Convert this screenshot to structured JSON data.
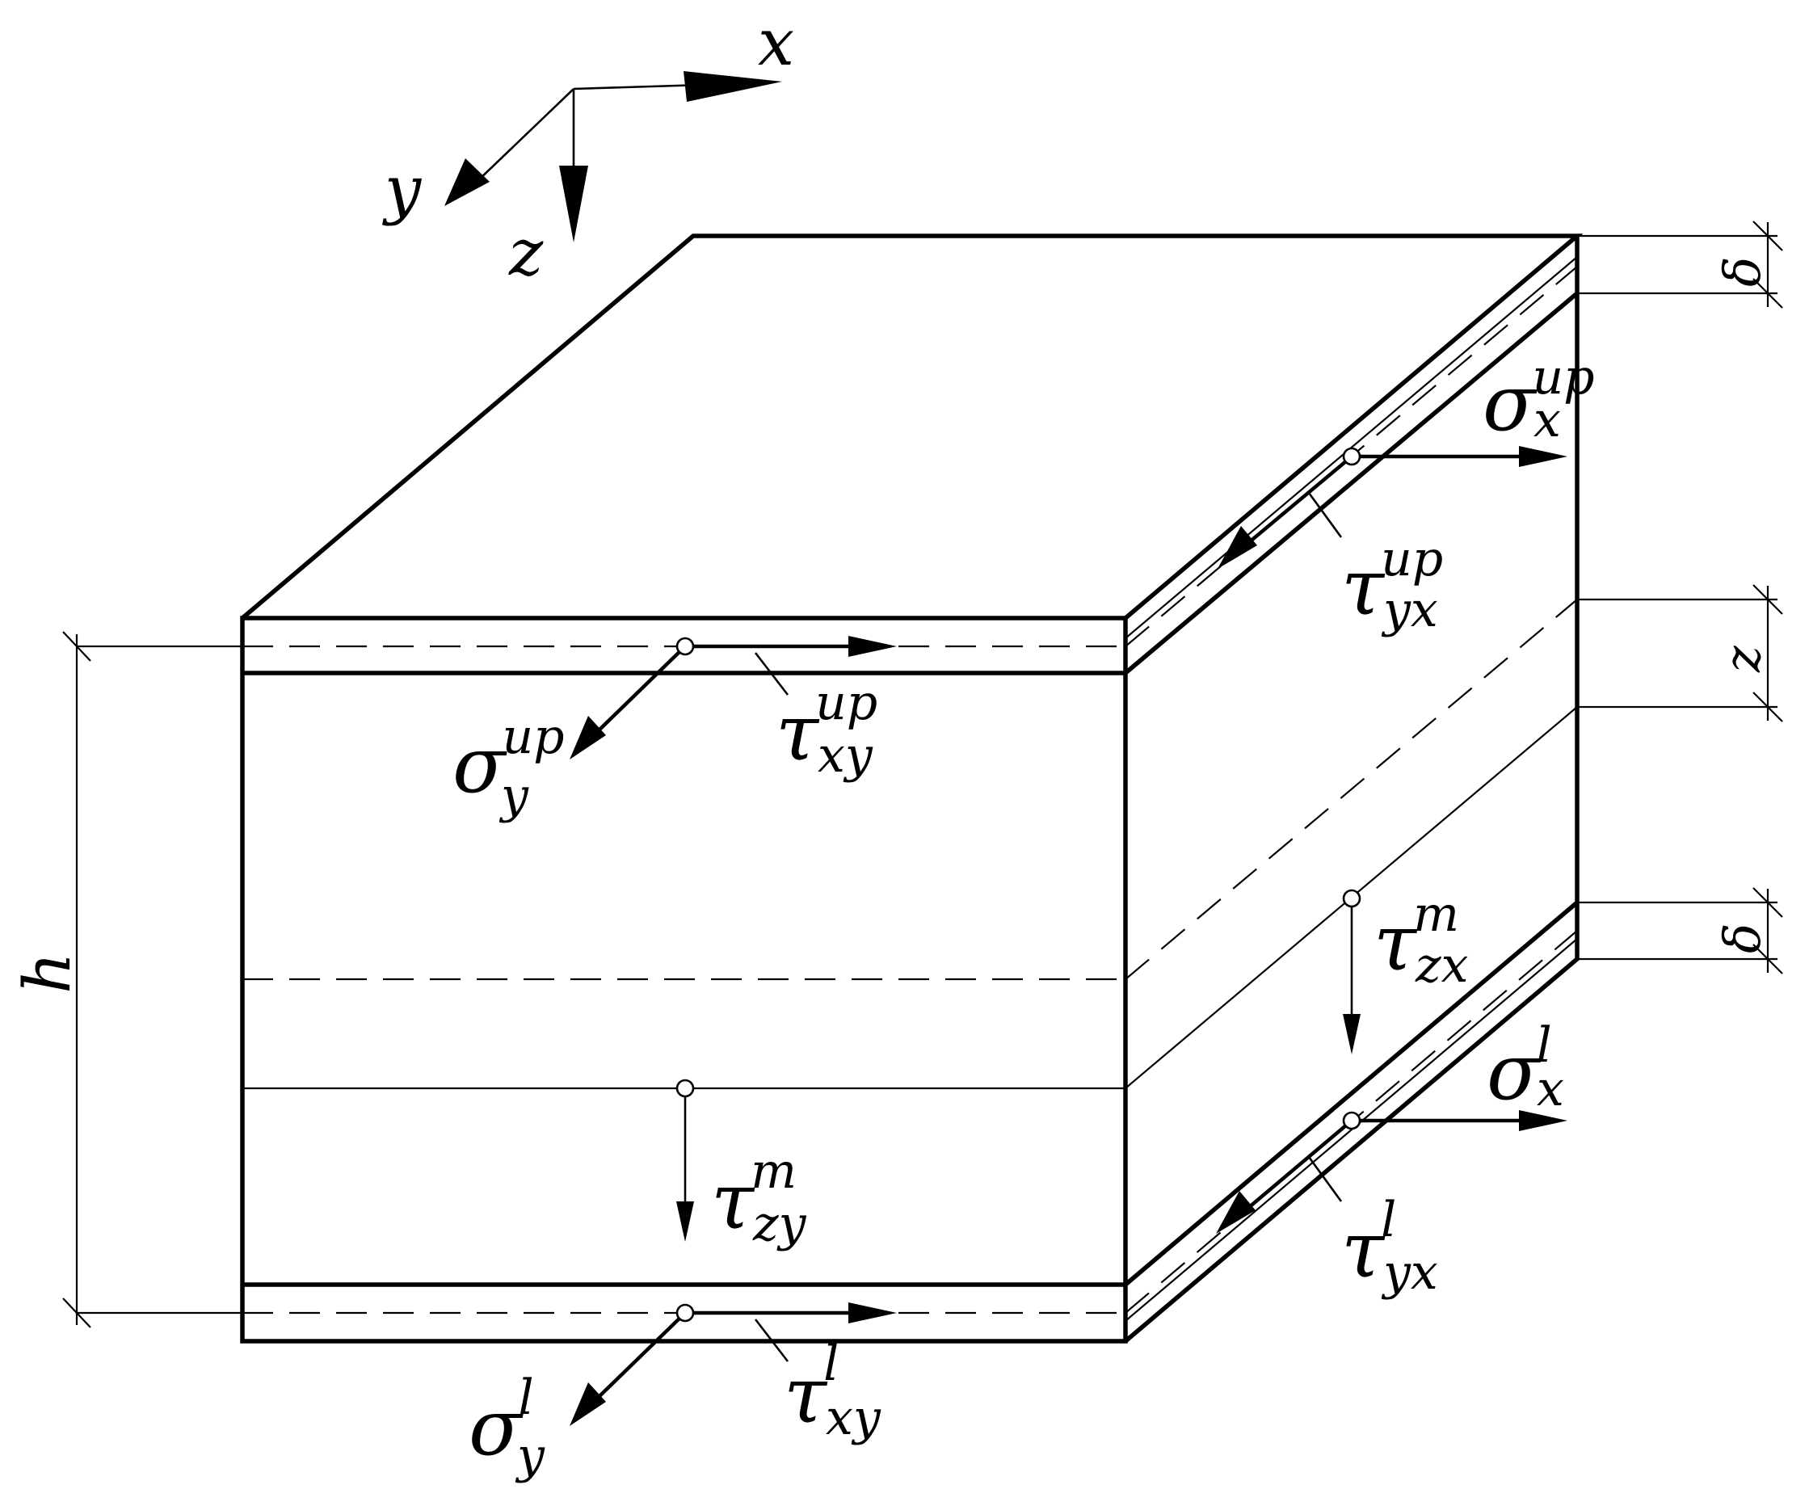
{
  "axes": {
    "x": "x",
    "y": "y",
    "z": "z"
  },
  "dimensions": {
    "h": "h",
    "delta_top": "δ",
    "z": "z",
    "delta_bottom": "δ"
  },
  "labels": {
    "sigma_x_up": {
      "base": "σ",
      "sub": "x",
      "sup": "up"
    },
    "tau_yx_up": {
      "base": "τ",
      "sub": "yx",
      "sup": "up"
    },
    "sigma_y_up": {
      "base": "σ",
      "sub": "y",
      "sup": "up"
    },
    "tau_xy_up": {
      "base": "τ",
      "sub": "xy",
      "sup": "up"
    },
    "tau_zx_m": {
      "base": "τ",
      "sub": "zx",
      "sup": "m"
    },
    "sigma_x_l": {
      "base": "σ",
      "sub": "x",
      "sup": "l"
    },
    "tau_zy_m": {
      "base": "τ",
      "sub": "zy",
      "sup": "m"
    },
    "tau_yx_l": {
      "base": "τ",
      "sub": "yx",
      "sup": "l"
    },
    "sigma_y_l": {
      "base": "σ",
      "sub": "y",
      "sup": "l"
    },
    "tau_xy_l": {
      "base": "τ",
      "sub": "xy",
      "sup": "l"
    }
  }
}
